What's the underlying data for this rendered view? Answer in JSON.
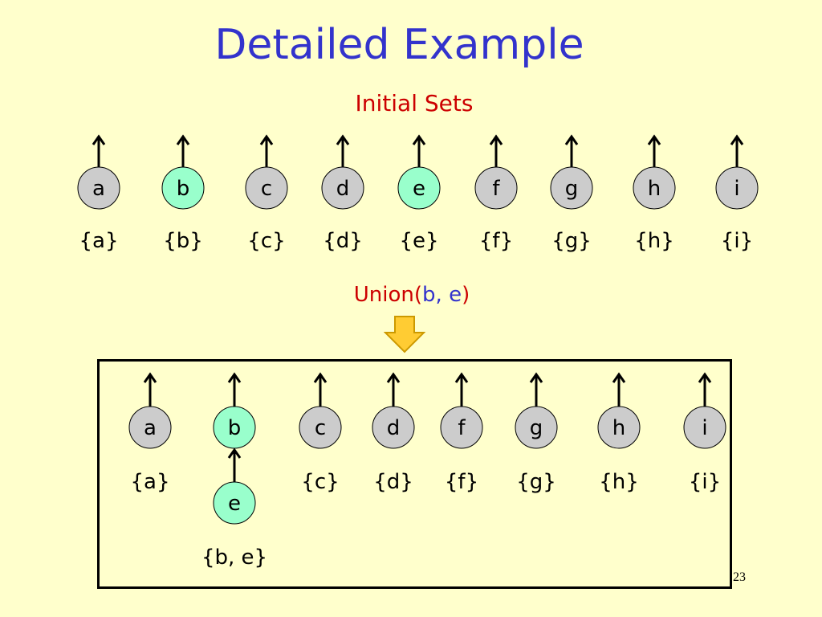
{
  "title": "Detailed Example",
  "subtitle": "Initial Sets",
  "operation": {
    "prefix": "Union(",
    "arg1": "b",
    "separator": ", ",
    "arg2": "e",
    "suffix": ")"
  },
  "initial": {
    "nodes": [
      {
        "label": "a",
        "set": "{a}",
        "highlight": false
      },
      {
        "label": "b",
        "set": "{b}",
        "highlight": true
      },
      {
        "label": "c",
        "set": "{c}",
        "highlight": false
      },
      {
        "label": "d",
        "set": "{d}",
        "highlight": false
      },
      {
        "label": "e",
        "set": "{e}",
        "highlight": true
      },
      {
        "label": "f",
        "set": "{f}",
        "highlight": false
      },
      {
        "label": "g",
        "set": "{g}",
        "highlight": false
      },
      {
        "label": "h",
        "set": "{h}",
        "highlight": false
      },
      {
        "label": "i",
        "set": "{i}",
        "highlight": false
      }
    ]
  },
  "result": {
    "roots": [
      {
        "label": "a",
        "set": "{a}",
        "highlight": false
      },
      {
        "label": "b",
        "set": "{b, e}",
        "highlight": true,
        "child": "e"
      },
      {
        "label": "c",
        "set": "{c}",
        "highlight": false
      },
      {
        "label": "d",
        "set": "{d}",
        "highlight": false
      },
      {
        "label": "f",
        "set": "{f}",
        "highlight": false
      },
      {
        "label": "g",
        "set": "{g}",
        "highlight": false
      },
      {
        "label": "h",
        "set": "{h}",
        "highlight": false
      },
      {
        "label": "i",
        "set": "{i}",
        "highlight": false
      }
    ]
  },
  "colors": {
    "background": "#ffffcc",
    "title": "#3333cc",
    "accent_red": "#cc0000",
    "node_gray": "#cccccc",
    "node_teal": "#99ffcc",
    "arrow_fill": "#ffcc33",
    "arrow_stroke": "#cc9900"
  },
  "page_number": "23"
}
